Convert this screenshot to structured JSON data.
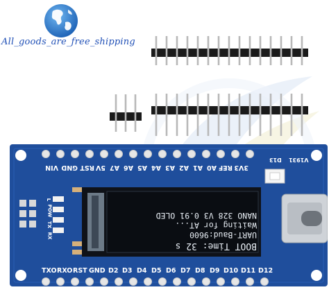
{
  "shop": {
    "text": "All_goods_are_free_shipping"
  },
  "board": {
    "top_pins": [
      "3V3",
      "REF",
      "A0",
      "A1",
      "A2",
      "A3",
      "A4",
      "A5",
      "A6",
      "A7",
      "5V",
      "RST",
      "GND",
      "VIN"
    ],
    "bottom_pins": [
      "TXO",
      "RXO",
      "RST",
      "GND",
      "D2",
      "D3",
      "D4",
      "D5",
      "D6",
      "D7",
      "D8",
      "D9",
      "D10",
      "D11",
      "D12"
    ],
    "d13_label": "D13",
    "model_label": "V1931",
    "led_labels": [
      "L",
      "POW",
      "TX",
      "RX"
    ]
  },
  "oled": {
    "lines": [
      "NANO 328 V3 0.91 OLED",
      "Waiting for AT...",
      "UART-Baud:9600",
      "BOOT Time: 32 s"
    ]
  },
  "colors": {
    "pcb": "#1f4e9c",
    "pcb_dark": "#173d7d",
    "silk": "#ffffff",
    "pad": "#e6e6e6",
    "oled_bg": "#0a0d12",
    "shop_text": "#1f4fb6"
  }
}
